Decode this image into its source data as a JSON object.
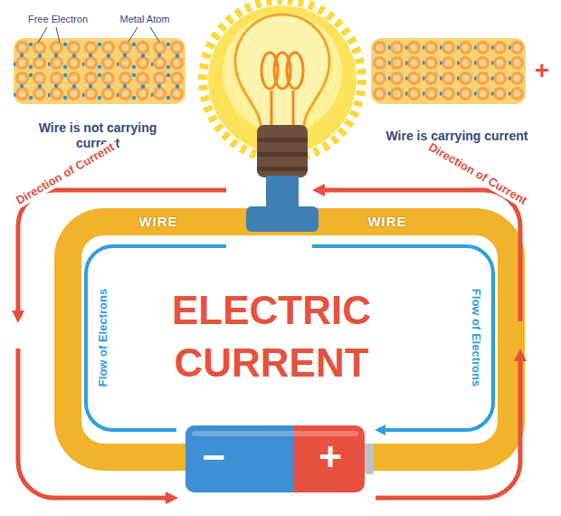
{
  "diagram": {
    "title": "ELECTRIC CURRENT",
    "labels": [
      "Free Electron",
      "Metal Atom",
      "Wire is not carrying current",
      "Wire is carrying current",
      "+",
      "Direction of Current",
      "Direction of Current",
      "WIRE",
      "WIRE",
      "Flow of Electrons",
      "Flow of Electrons",
      "−",
      "+"
    ]
  }
}
